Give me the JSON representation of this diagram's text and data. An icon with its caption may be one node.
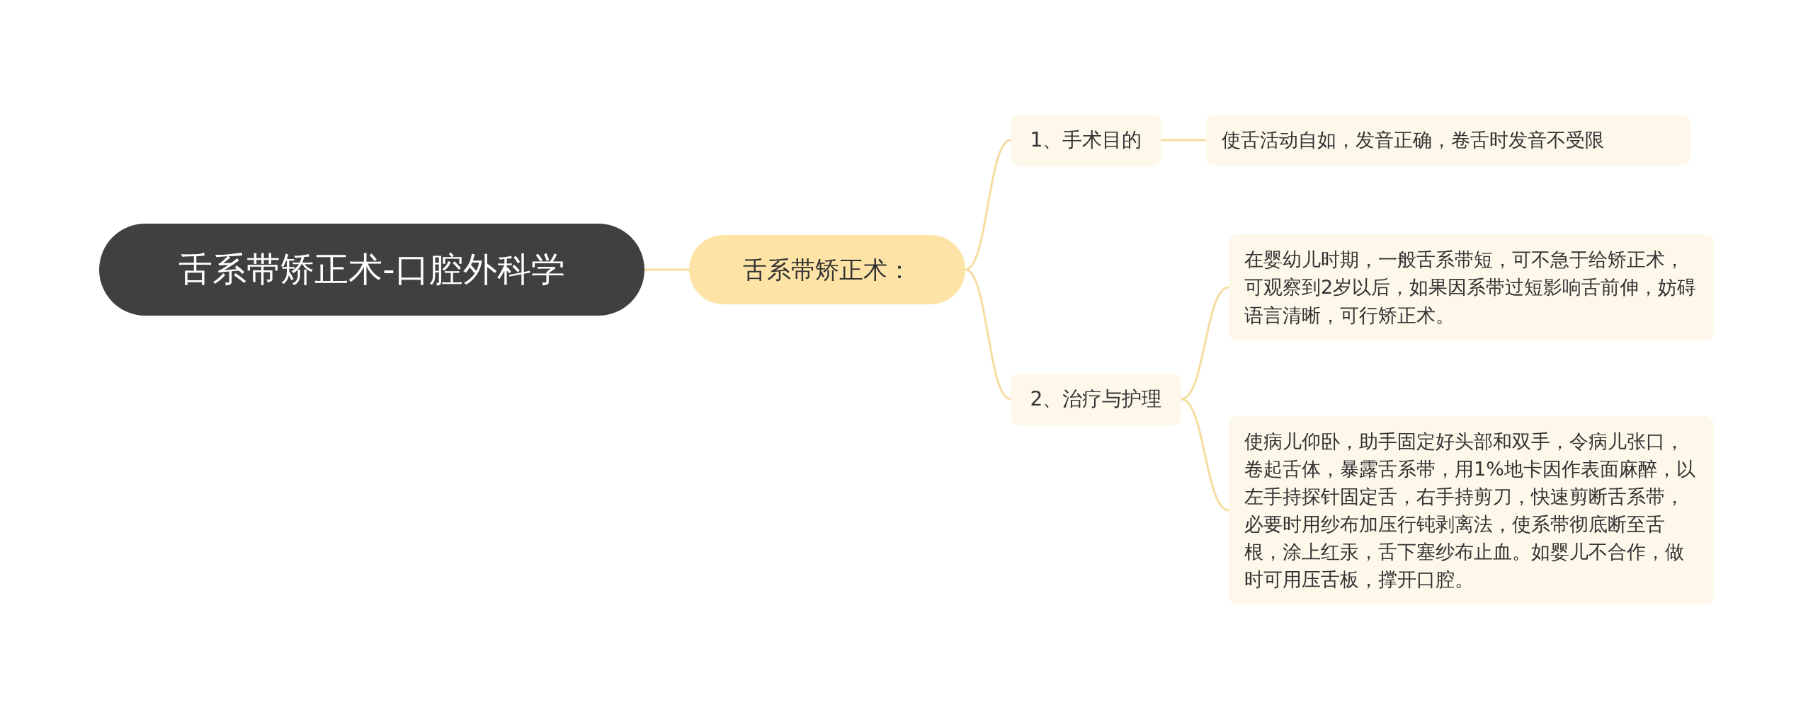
{
  "diagram": {
    "nodes": [
      {
        "text": [
          "舌系带矫正术-口腔外科学"
        ]
      },
      {
        "text": [
          "舌系带矫正术："
        ]
      },
      {
        "text": [
          "1、手术目的"
        ]
      },
      {
        "text": [
          "使舌活动自如，发音正确，卷舌时发音不受限"
        ]
      },
      {
        "text": [
          "2、治疗与护理"
        ]
      },
      {
        "text": [
          "在婴幼儿时期，一般舌系带短，可不急于给矫正术，可观察到2岁以后，如果因系带过短影响舌前伸，妨碍语言清晰，可行矫正术。"
        ]
      },
      {
        "text": [
          "使病儿仰卧，助手固定好头部和双手，令病儿张口，卷起舌体，暴露舌系带，用1%地卡因作表面麻醉，以左手持探针固定舌，右手持剪刀，快速剪断舌系带，必要时用纱布加压行钝剥离法，使系带彻底断至舌根，涂上红汞，舌下塞纱布止血。如婴儿不合作，做时可用压舌板，撑开口腔。"
        ]
      }
    ],
    "edges": [
      {
        "from": 0,
        "to": 1,
        "arrow": "none"
      },
      {
        "from": 1,
        "to": 2,
        "arrow": "none"
      },
      {
        "from": 1,
        "to": 4,
        "arrow": "none"
      },
      {
        "from": 2,
        "to": 3,
        "arrow": "none"
      },
      {
        "from": 4,
        "to": 5,
        "arrow": "none"
      },
      {
        "from": 4,
        "to": 6,
        "arrow": "none"
      }
    ]
  }
}
